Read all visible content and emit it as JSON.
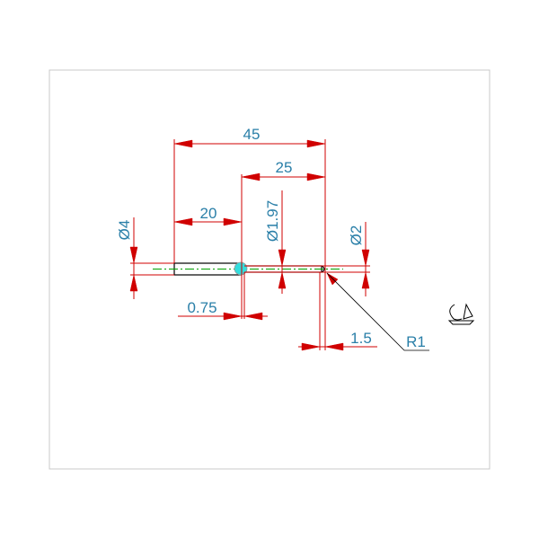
{
  "drawing": {
    "dimensions": {
      "overall_length": "45",
      "small_section_length": "25",
      "large_section_length": "20",
      "large_diameter": "Ø4",
      "small_diameter": "Ø1.97",
      "tip_diameter": "Ø2",
      "fillet_offset": "0.75",
      "tip_offset": "1.5",
      "tip_radius": "R1"
    },
    "colors": {
      "dimension": "#d00000",
      "text": "#2a7fa8",
      "centerline": "#00a000",
      "highlight": "#33dddd",
      "frame": "#c8c8c8"
    }
  }
}
